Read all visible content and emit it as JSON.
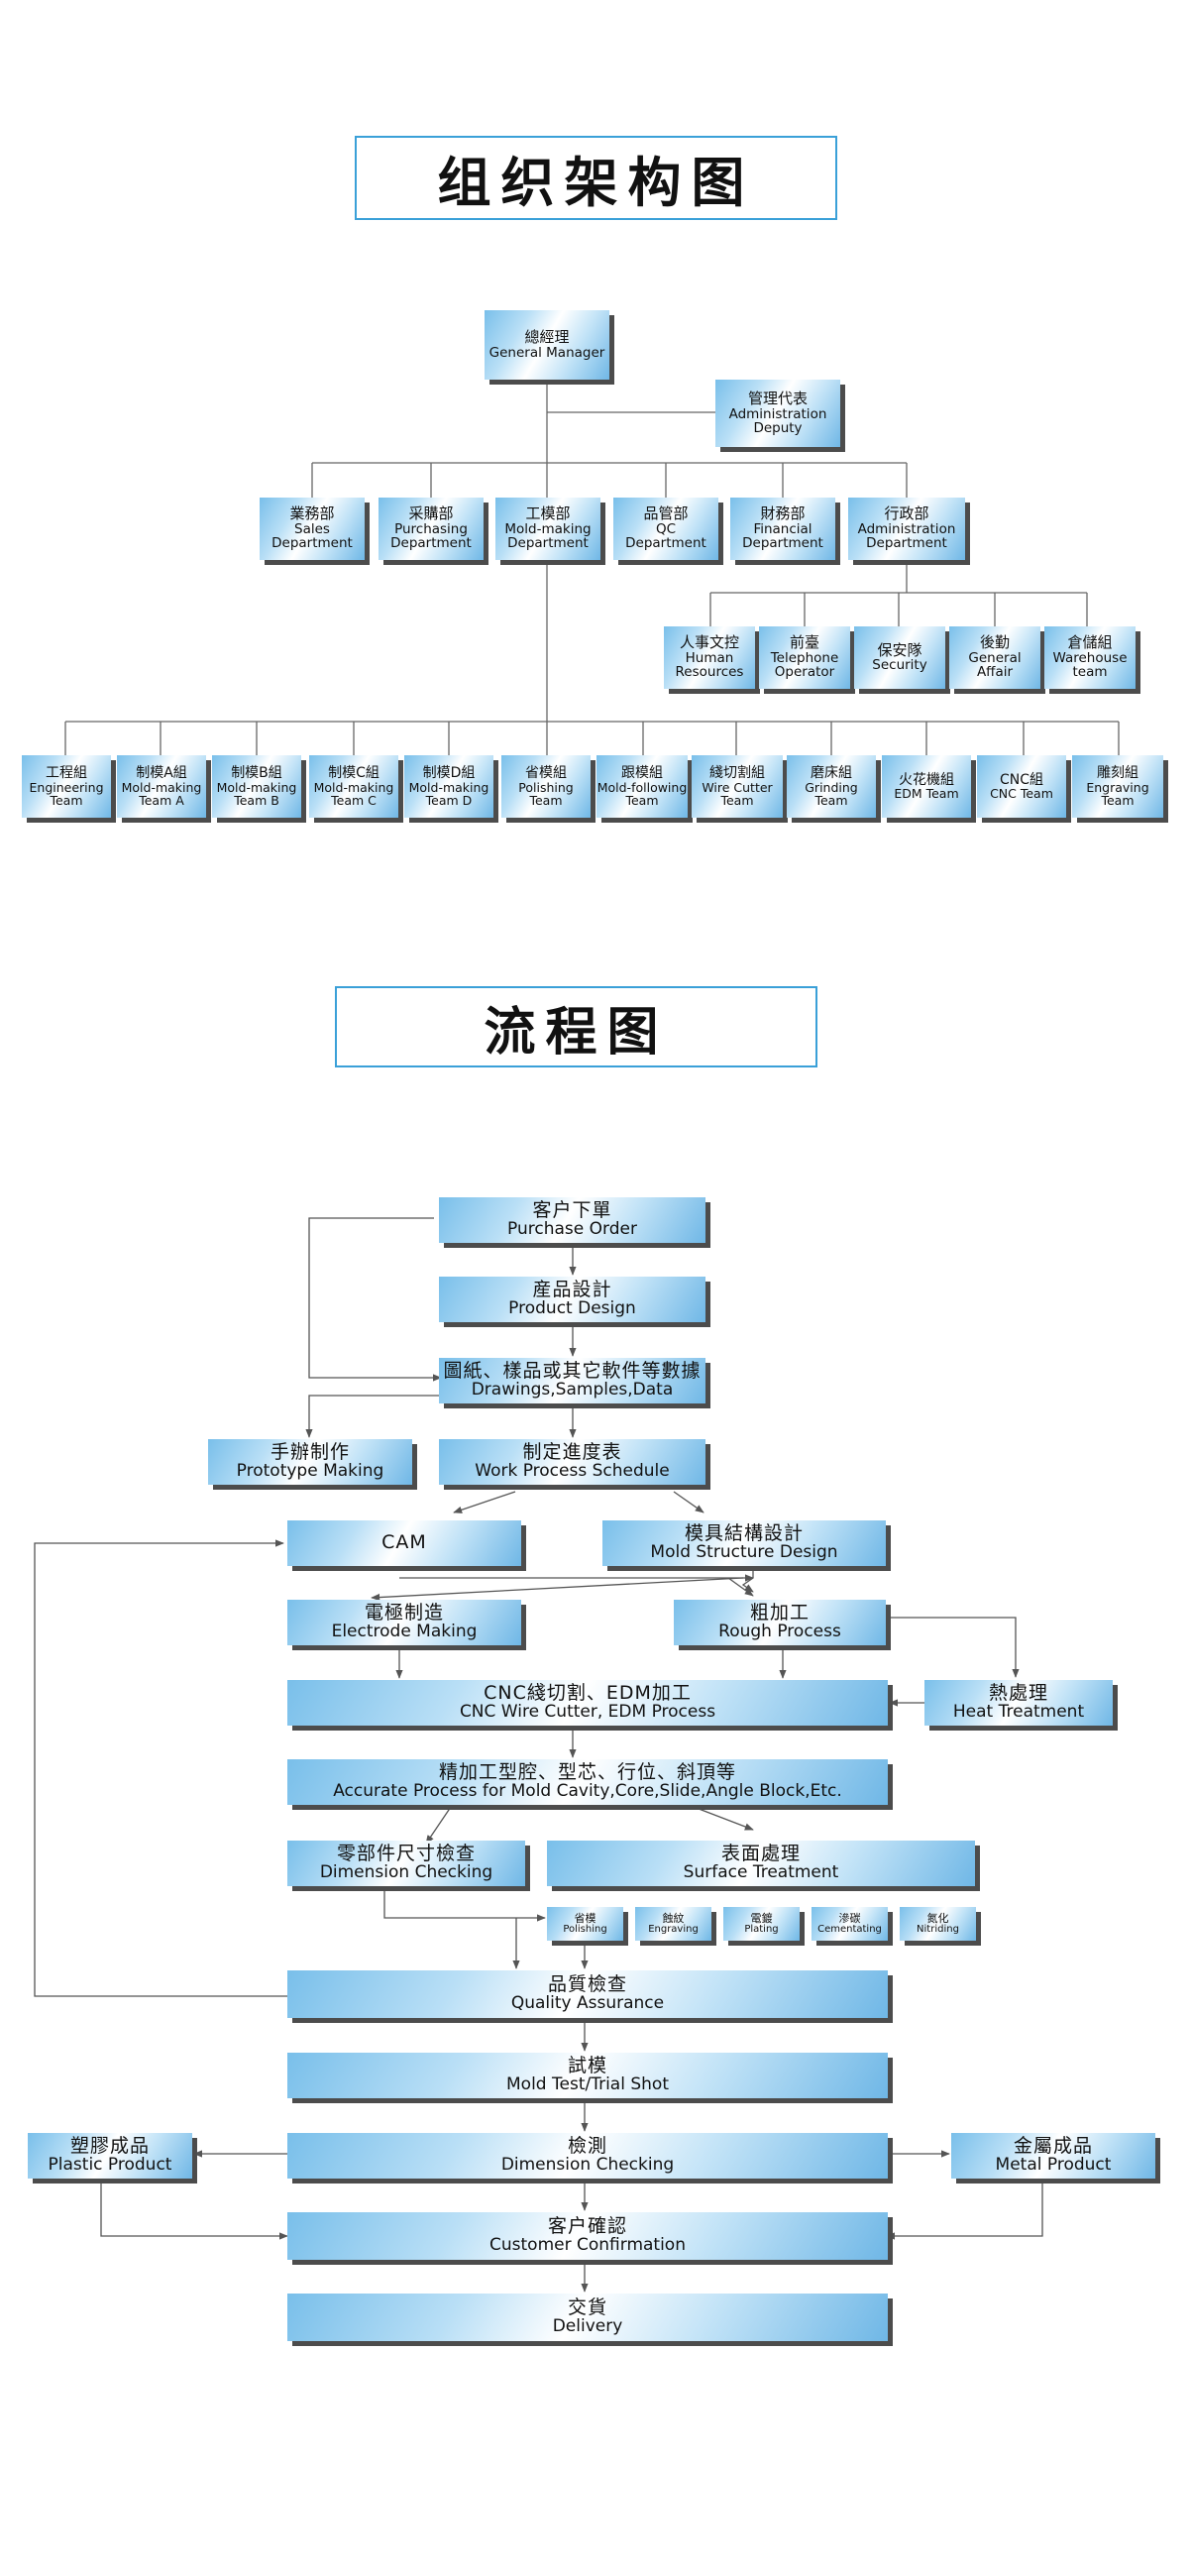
{
  "titles": {
    "org": "组织架构图",
    "flow": "流程图"
  },
  "org": {
    "gm": {
      "zh": "總經理",
      "en": "General Manager"
    },
    "deputy": {
      "zh": "管理代表",
      "en": "Administration Deputy"
    },
    "departments": [
      {
        "zh": "業務部",
        "en": "Sales Department"
      },
      {
        "zh": "采購部",
        "en": "Purchasing Department"
      },
      {
        "zh": "工模部",
        "en": "Mold-making Department"
      },
      {
        "zh": "品管部",
        "en": "QC Department"
      },
      {
        "zh": "財務部",
        "en": "Financial Department"
      },
      {
        "zh": "行政部",
        "en": "Administration Department"
      }
    ],
    "admin_units": [
      {
        "zh": "人事文控",
        "en": "Human Resources"
      },
      {
        "zh": "前臺",
        "en": "Telephone Operator"
      },
      {
        "zh": "保安隊",
        "en": "Security"
      },
      {
        "zh": "後勤",
        "en": "General Affair"
      },
      {
        "zh": "倉儲組",
        "en": "Warehouse team"
      }
    ],
    "teams": [
      {
        "zh": "工程組",
        "en": "Engineering Team"
      },
      {
        "zh": "制模A組",
        "en": "Mold-making Team A"
      },
      {
        "zh": "制模B組",
        "en": "Mold-making Team B"
      },
      {
        "zh": "制模C組",
        "en": "Mold-making Team C"
      },
      {
        "zh": "制模D組",
        "en": "Mold-making Team D"
      },
      {
        "zh": "省模組",
        "en": "Polishing Team"
      },
      {
        "zh": "跟模組",
        "en": "Mold-following Team"
      },
      {
        "zh": "綫切割組",
        "en": "Wire Cutter Team"
      },
      {
        "zh": "磨床組",
        "en": "Grinding Team"
      },
      {
        "zh": "火花機組",
        "en": "EDM Team"
      },
      {
        "zh": "CNC組",
        "en": "CNC Team"
      },
      {
        "zh": "雕刻組",
        "en": "Engraving Team"
      }
    ]
  },
  "flow": {
    "purchase_order": {
      "zh": "客户下單",
      "en": "Purchase Order"
    },
    "product_design": {
      "zh": "産品設計",
      "en": "Product Design"
    },
    "drawings": {
      "zh": "圖紙、樣品或其它軟件等數據",
      "en": "Drawings,Samples,Data"
    },
    "prototype": {
      "zh": "手辦制作",
      "en": "Prototype Making"
    },
    "schedule": {
      "zh": "制定進度表",
      "en": "Work Process Schedule"
    },
    "cam": {
      "zh": "CAM"
    },
    "mold_structure": {
      "zh": "模具結構設計",
      "en": "Mold Structure Design"
    },
    "electrode": {
      "zh": "電極制造",
      "en": "Electrode Making"
    },
    "rough": {
      "zh": "粗加工",
      "en": "Rough Process"
    },
    "cnc": {
      "zh": "CNC綫切割、EDM加工",
      "en": "CNC Wire Cutter, EDM Process"
    },
    "heat": {
      "zh": "熱處理",
      "en": "Heat Treatment"
    },
    "accurate": {
      "zh": "精加工型腔、型芯、行位、斜頂等",
      "en": "Accurate Process for Mold Cavity,Core,Slide,Angle Block,Etc."
    },
    "dim_check_1": {
      "zh": "零部件尺寸檢查",
      "en": "Dimension Checking"
    },
    "surface": {
      "zh": "表面處理",
      "en": "Surface Treatment"
    },
    "surface_items": [
      {
        "zh": "省模",
        "en": "Polishing"
      },
      {
        "zh": "蝕紋",
        "en": "Engraving"
      },
      {
        "zh": "電鍍",
        "en": "Plating"
      },
      {
        "zh": "滲碳",
        "en": "Cementating"
      },
      {
        "zh": "氮化",
        "en": "Nitriding"
      }
    ],
    "qa": {
      "zh": "品質檢查",
      "en": "Quality Assurance"
    },
    "trial": {
      "zh": "試模",
      "en": "Mold Test/Trial Shot"
    },
    "dim_check_2": {
      "zh": "檢測",
      "en": "Dimension Checking"
    },
    "plastic": {
      "zh": "塑膠成品",
      "en": "Plastic Product"
    },
    "metal": {
      "zh": "金屬成品",
      "en": "Metal Product"
    },
    "confirm": {
      "zh": "客户確認",
      "en": "Customer Confirmation"
    },
    "delivery": {
      "zh": "交貨",
      "en": "Delivery"
    }
  }
}
